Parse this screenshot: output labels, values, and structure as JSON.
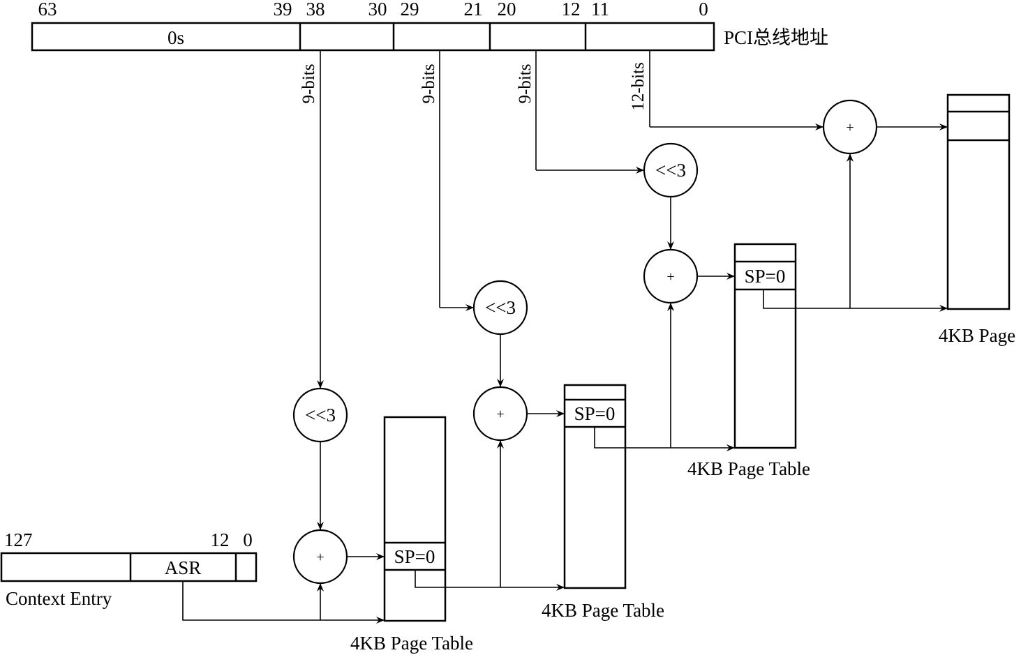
{
  "address": {
    "label": "PCI总线地址",
    "bit_marks": [
      "63",
      "39",
      "38",
      "30",
      "29",
      "21",
      "20",
      "12",
      "11",
      "0"
    ],
    "high_field": "0s",
    "index_labels": [
      "9-bits",
      "9-bits",
      "9-bits",
      "12-bits"
    ]
  },
  "context_entry": {
    "label": "Context Entry",
    "bit_marks": [
      "127",
      "12",
      "0"
    ],
    "field": "ASR"
  },
  "operators": {
    "shift": "<<3",
    "add": "+"
  },
  "tables": {
    "entry": "SP=0",
    "page_table_label": "4KB Page Table",
    "page_label": "4KB Page"
  },
  "colors": {
    "stroke": "#000000",
    "background": "#ffffff"
  }
}
